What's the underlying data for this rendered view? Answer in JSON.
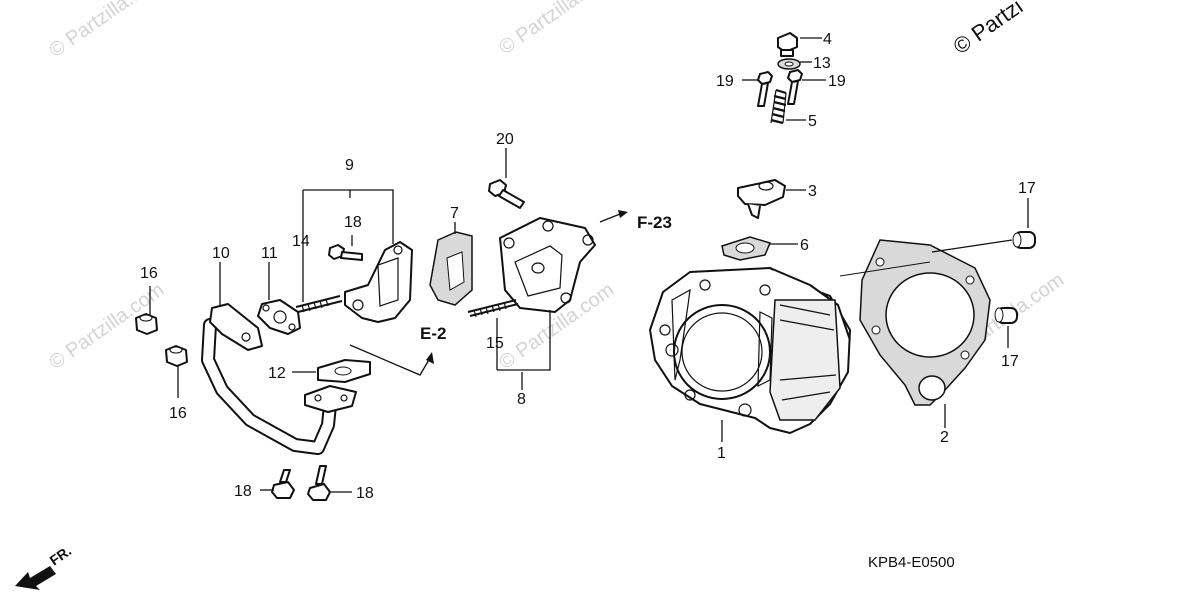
{
  "watermark": {
    "text": "© Partzilla.com",
    "text_cut": "© Partzi"
  },
  "callouts": {
    "c1": "1",
    "c2": "2",
    "c3": "3",
    "c4": "4",
    "c5": "5",
    "c6": "6",
    "c7": "7",
    "c8": "8",
    "c9": "9",
    "c10": "10",
    "c11": "11",
    "c12": "12",
    "c13": "13",
    "c14": "14",
    "c15": "15",
    "c16a": "16",
    "c16b": "16",
    "c17a": "17",
    "c17b": "17",
    "c18a": "18",
    "c18b": "18",
    "c18c": "18",
    "c19a": "19",
    "c19b": "19",
    "c20": "20"
  },
  "references": {
    "e2": "E-2",
    "f23": "F-23"
  },
  "front_marker": "FR.",
  "diagram_code": "KPB4-E0500"
}
